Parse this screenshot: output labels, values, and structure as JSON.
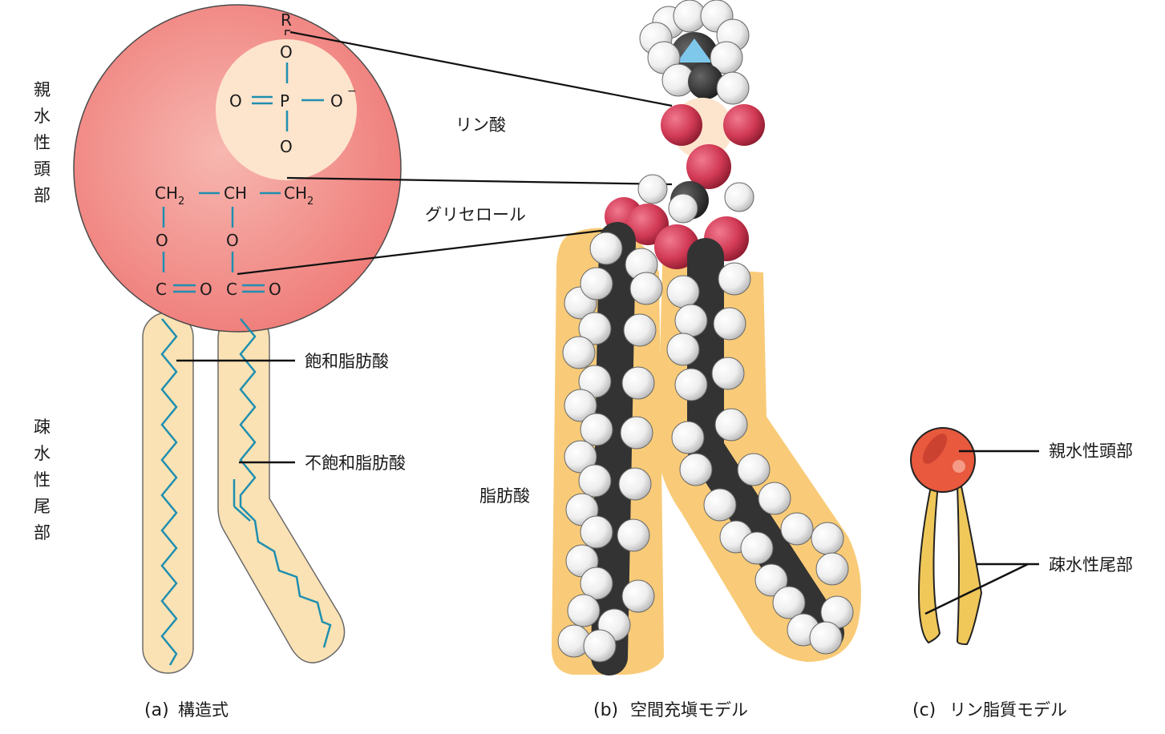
{
  "colors": {
    "head_pink": "#f28583",
    "tail_beige": "#fbe2b4",
    "phosphate_cream": "#fde4cd",
    "bond_blue": "#1f8fb0",
    "fill_tail_orange": "#f9cb78",
    "carbon_dark": "#3a3a3a",
    "oxygen_red": "#d23a55",
    "nitrogen_blue": "#7ec8ec",
    "model_head": "#e8593d",
    "model_tail": "#f0c85a"
  },
  "panel_a": {
    "caption_letter": "(a)",
    "caption_text": "構造式",
    "head_label_chars": [
      "親",
      "水",
      "性",
      "頭",
      "部"
    ],
    "tail_label_chars": [
      "疎",
      "水",
      "性",
      "尾",
      "部"
    ],
    "chem": {
      "R": "R",
      "O": "O",
      "P": "P",
      "O_minus": "O",
      "minus": "−",
      "CH": "CH",
      "C": "C",
      "sub2": "2"
    },
    "saturated_label": "飽和脂肪酸",
    "unsaturated_label": "不飽和脂肪酸"
  },
  "panel_b": {
    "caption_letter": "(b)",
    "caption_text": "空間充塡モデル",
    "phosphate_label": "リン酸",
    "glycerol_label": "グリセロール",
    "fatty_acid_label": "脂肪酸"
  },
  "panel_c": {
    "caption_letter": "(c)",
    "caption_text": "リン脂質モデル",
    "head_label": "親水性頭部",
    "tail_label": "疎水性尾部"
  }
}
